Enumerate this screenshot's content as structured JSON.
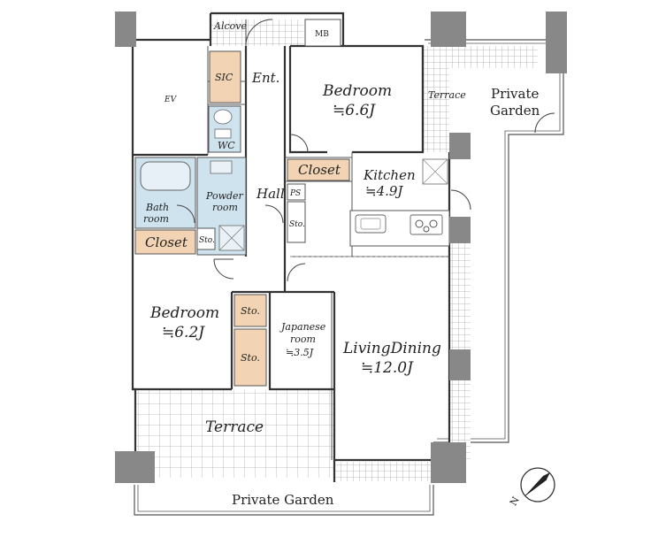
{
  "rooms": {
    "alcove": "Alcove",
    "mb": "MB",
    "ev": "EV",
    "sic": "SIC",
    "entrance": "Ent.",
    "bedroom1_name": "Bedroom",
    "bedroom1_size": "≒6.6J",
    "terrace_small": "Terrace",
    "private_garden_right": [
      "Private",
      "Garden"
    ],
    "wc": "WC",
    "closet1": "Closet",
    "kitchen_name": "Kitchen",
    "kitchen_size": "≒4.9J",
    "bath": [
      "Bath",
      "room"
    ],
    "powder": [
      "Powder",
      "room"
    ],
    "hall": "Hall",
    "ps": "PS",
    "sto_hall": "Sto.",
    "closet2": "Closet",
    "sto_small": "Sto.",
    "bedroom2_name": "Bedroom",
    "bedroom2_size": "≒6.2J",
    "sto_a": "Sto.",
    "sto_b": "Sto.",
    "japanese_name": [
      "Japanese",
      "room"
    ],
    "japanese_size": "≒3.5J",
    "living_name": "LivingDining",
    "living_size": "≒12.0J",
    "terrace_big": "Terrace",
    "private_garden_bottom": "Private Garden",
    "north": "N"
  },
  "colors": {
    "wall": "#333333",
    "column": "#888888",
    "closet_fill": "#f2d4b4",
    "wet_fill": "#cfe3ef",
    "terrace_grid": "#9a9a9a"
  }
}
